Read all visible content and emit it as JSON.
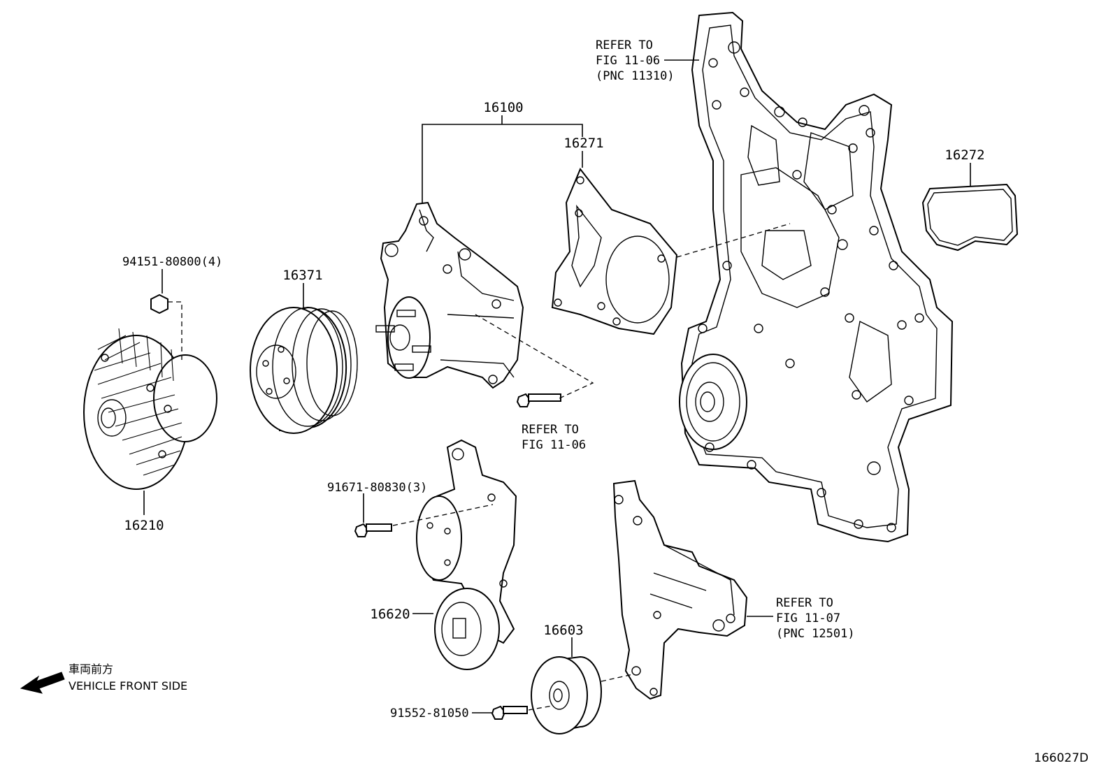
{
  "labels": {
    "p16100": "16100",
    "p16271": "16271",
    "p16272": "16272",
    "p16371": "16371",
    "p16210": "16210",
    "p94151": "94151-80800(4)",
    "p91671": "91671-80830(3)",
    "p16620": "16620",
    "p16603": "16603",
    "p91552": "91552-81050"
  },
  "refs": {
    "ref1": [
      "REFER TO",
      "FIG 11-06",
      "(PNC 11310)"
    ],
    "ref2": [
      "REFER TO",
      "FIG 11-06"
    ],
    "ref3": [
      "REFER TO",
      "FIG 11-07",
      "(PNC 12501)"
    ]
  },
  "direction": {
    "japanese": "車両前方",
    "english": "VEHICLE FRONT SIDE"
  },
  "figure_code": "166027D"
}
